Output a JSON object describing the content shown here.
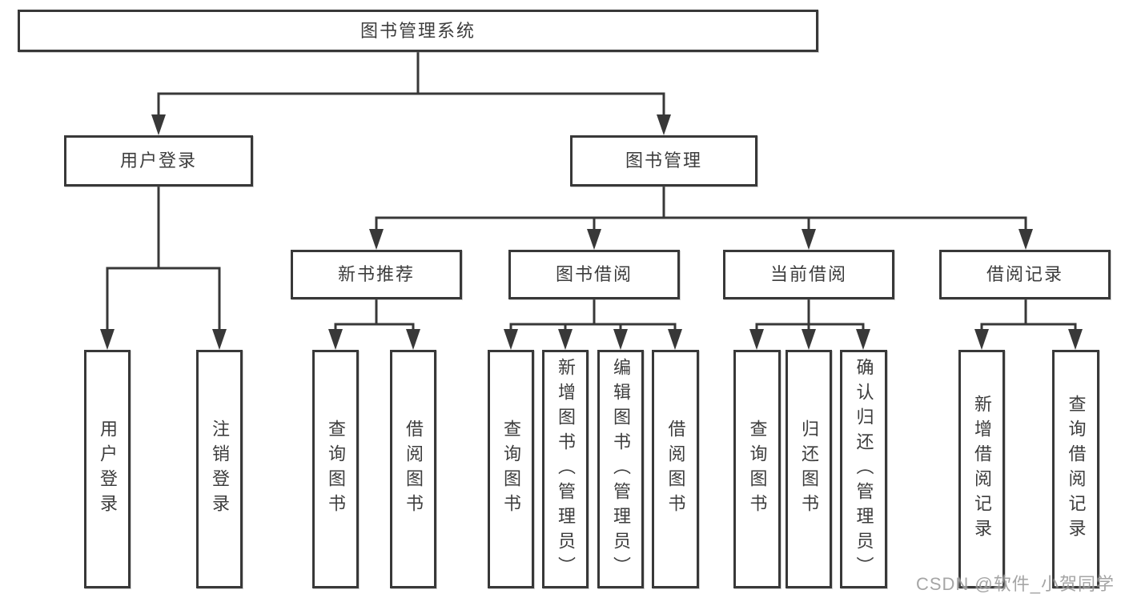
{
  "diagram": {
    "root": {
      "label": "图书管理系统",
      "children": [
        {
          "label": "用户登录",
          "children": [
            {
              "label": "用户登录"
            },
            {
              "label": "注销登录"
            }
          ]
        },
        {
          "label": "图书管理",
          "children": [
            {
              "label": "新书推荐",
              "children": [
                {
                  "label": "查询图书"
                },
                {
                  "label": "借阅图书"
                }
              ]
            },
            {
              "label": "图书借阅",
              "children": [
                {
                  "label": "查询图书"
                },
                {
                  "label": "新增图书（管理员）"
                },
                {
                  "label": "编辑图书（管理员）"
                },
                {
                  "label": "借阅图书"
                }
              ]
            },
            {
              "label": "当前借阅",
              "children": [
                {
                  "label": "查询图书"
                },
                {
                  "label": "归还图书"
                },
                {
                  "label": "确认归还（管理员）"
                }
              ]
            },
            {
              "label": "借阅记录",
              "children": [
                {
                  "label": "新增借阅记录"
                },
                {
                  "label": "查询借阅记录"
                }
              ]
            }
          ]
        }
      ]
    }
  },
  "colors": {
    "line": "#383838",
    "box_border": "#383838",
    "box_background": "#ffffff",
    "text": "#3d3d3d",
    "watermark": "#8c8c8c"
  },
  "watermark": {
    "text": "CSDN @软件_小贺同学"
  }
}
